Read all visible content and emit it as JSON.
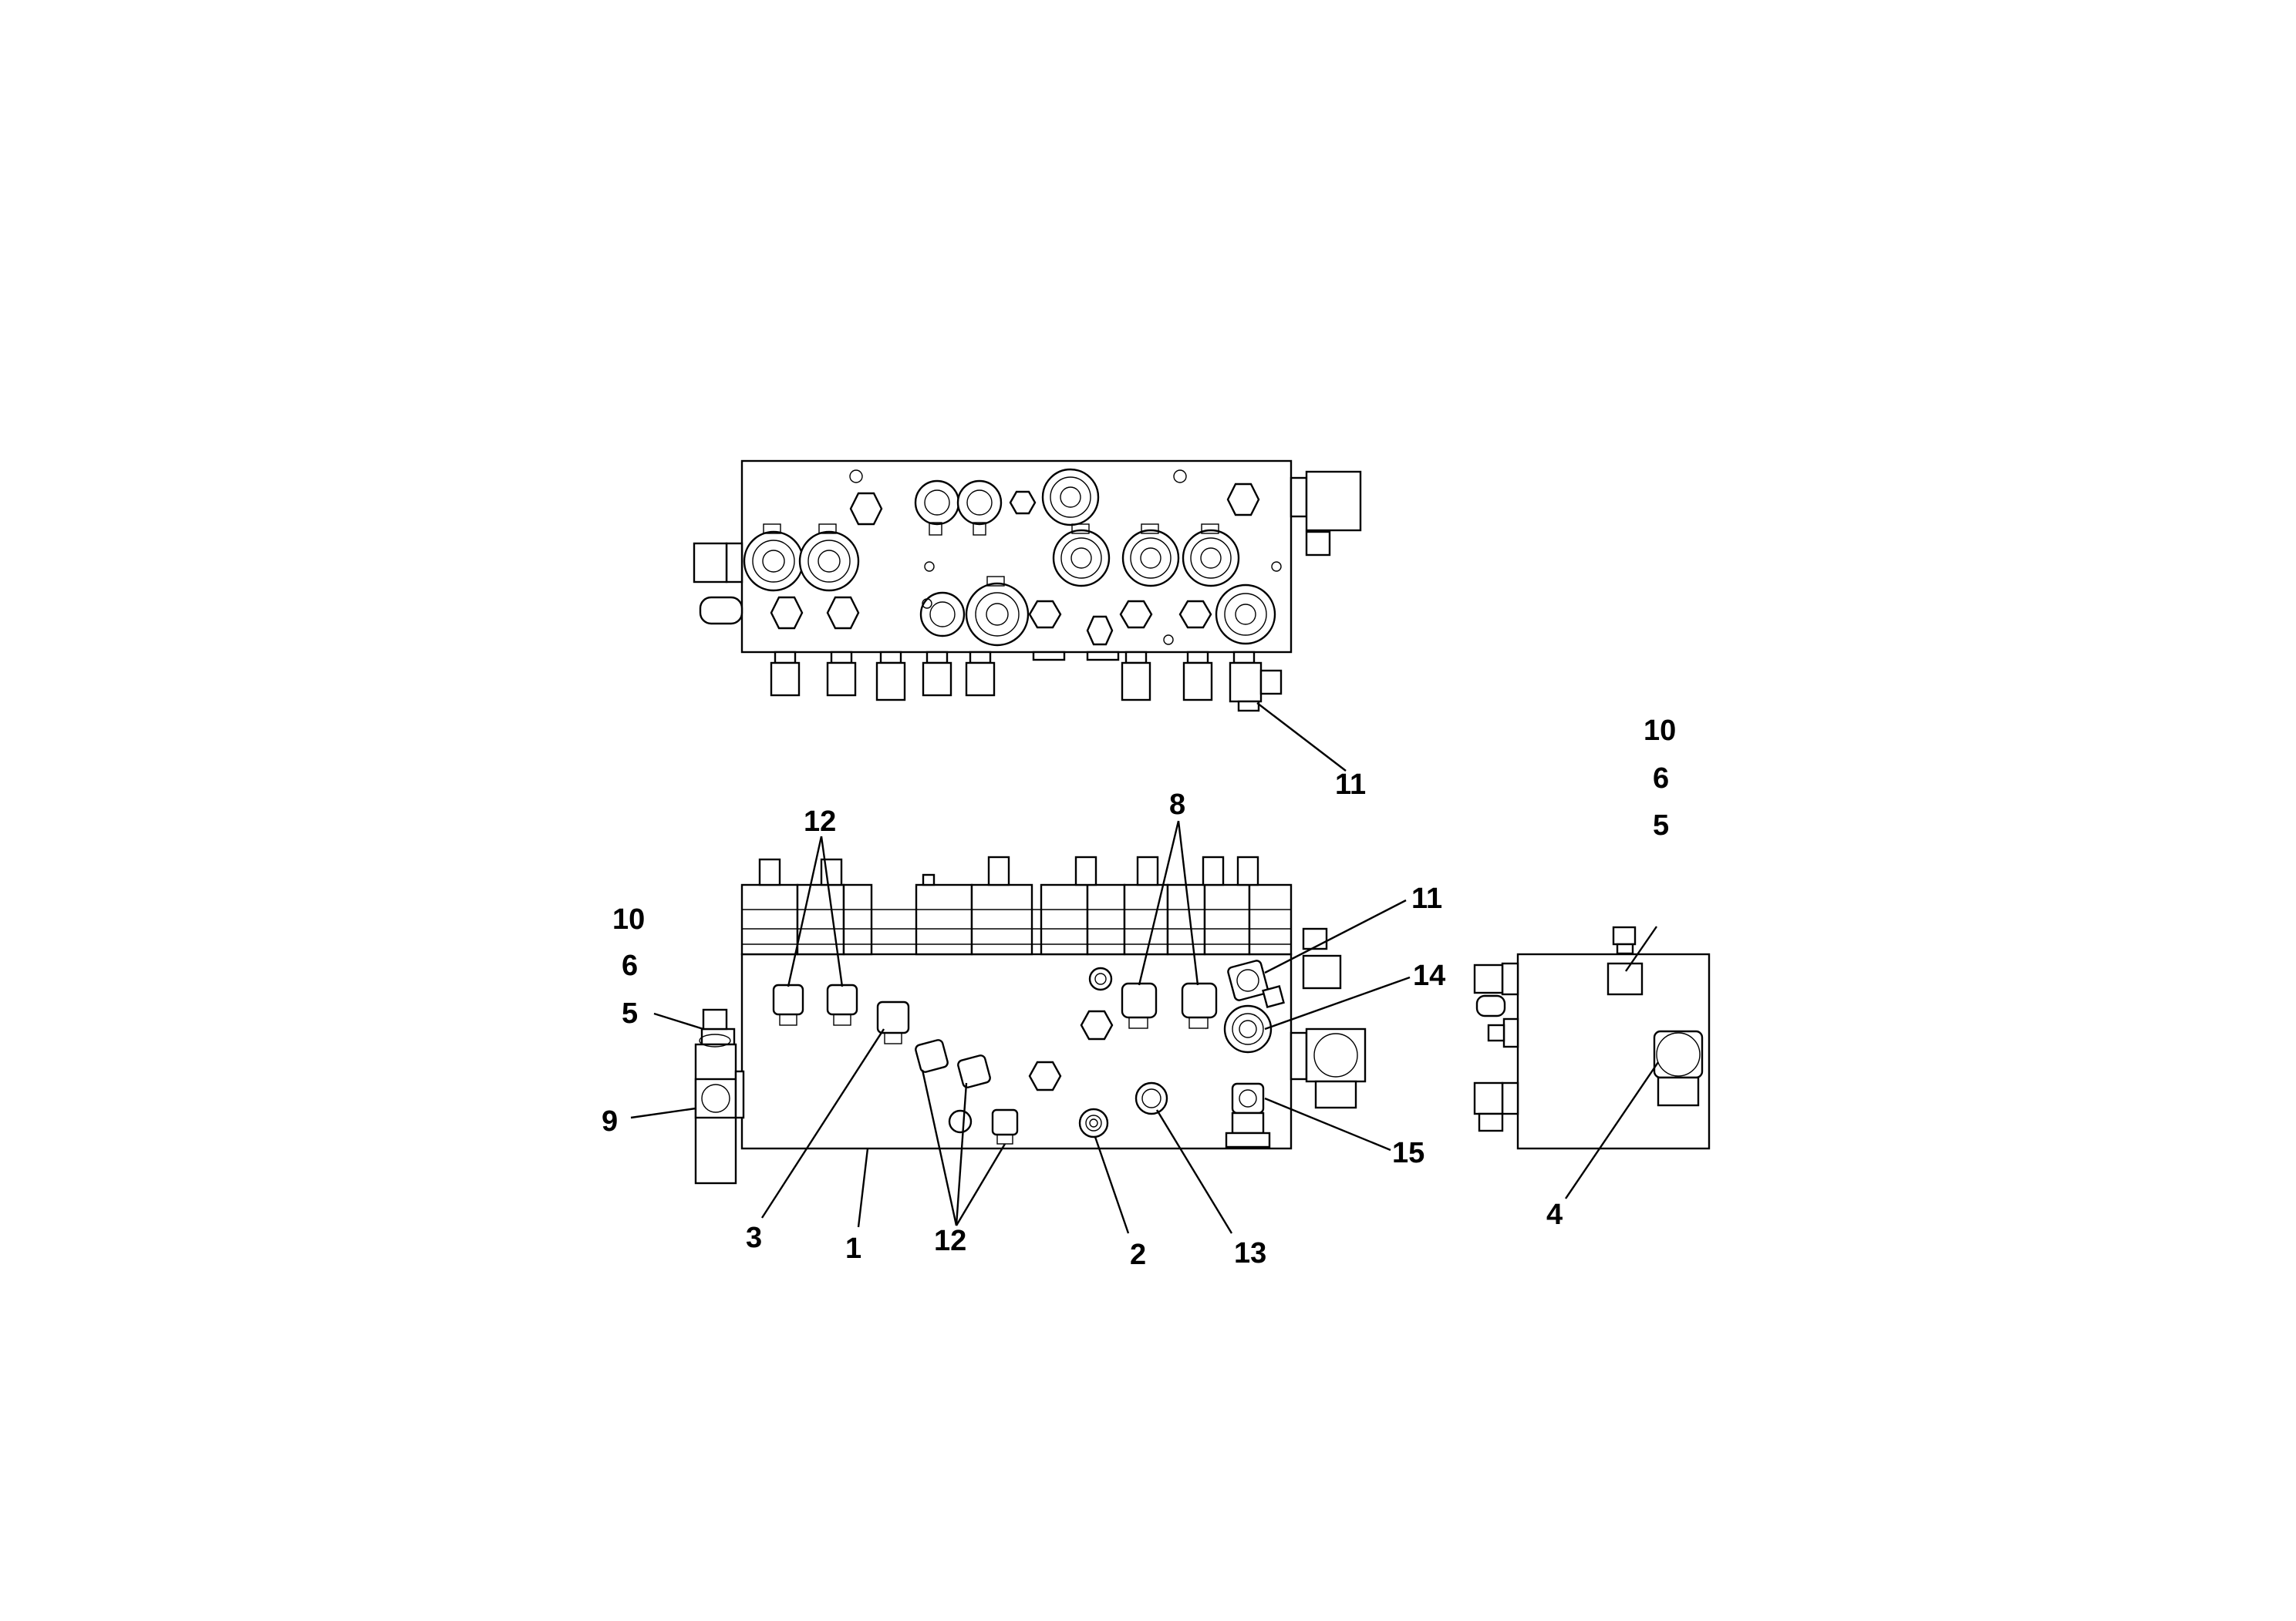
{
  "diagram": {
    "type": "hydraulic valve block assembly (exploded parts diagram)",
    "colors": {
      "line": "#000000",
      "background": "#ffffff"
    },
    "callouts": {
      "c1": "1",
      "c2": "2",
      "c3": "3",
      "c4": "4",
      "c5a": "5",
      "c5b": "5",
      "c6a": "6",
      "c6b": "6",
      "c8": "8",
      "c9": "9",
      "c10a": "10",
      "c10b": "10",
      "c11a": "11",
      "c11b": "11",
      "c12a": "12",
      "c12b": "12",
      "c13": "13",
      "c14": "14",
      "c15": "15"
    }
  }
}
